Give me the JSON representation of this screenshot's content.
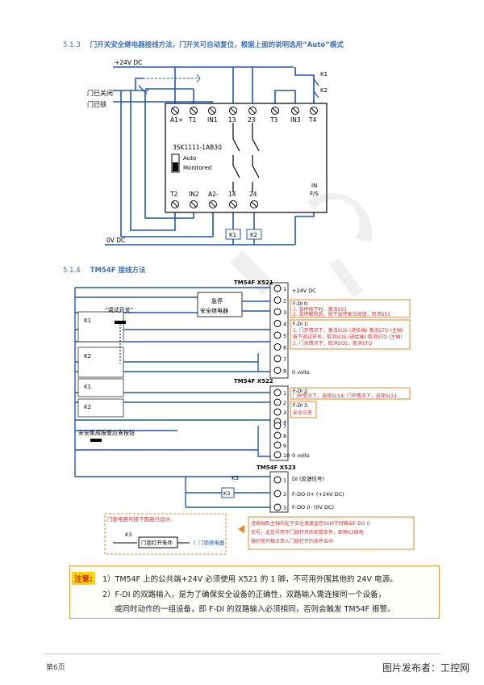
{
  "section_a": {
    "number": "5.1.3",
    "title": "门开关安全继电器接线方法，门开关可自动复位，根据上面的说明选用“Auto”模式"
  },
  "section_b": {
    "number": "5.1.4",
    "title": "TM54F 接线方法"
  },
  "diagram1": {
    "supply_pos": "+24V DC",
    "supply_neg": "0V DC",
    "door_closed": "门已关闭",
    "door_locked": "门已锁",
    "relay_model": "3SK1111-1AB30",
    "mode_auto": "Auto",
    "mode_monitored": "Monitored",
    "top_terminals": [
      "A1+",
      "T1",
      "IN1",
      "13",
      "23",
      "T3",
      "IN3",
      "T4"
    ],
    "bottom_terminals": [
      "T2",
      "IN2",
      "A2-",
      "14",
      "24"
    ],
    "in_fs": "IN\nF/S",
    "coils": [
      "K1",
      "K2"
    ],
    "contacts": [
      "K1",
      "K2"
    ]
  },
  "diagram2": {
    "x521": "TM54F X521",
    "x522": "TM54F X522",
    "x523": "TM54F X523",
    "pin_24v": "+24V DC",
    "pin_0v": "0 volts",
    "estop_relay": "急停\n安全继电器",
    "debug_switch": "“调试开关”",
    "contacts": [
      "K1",
      "K2",
      "K1",
      "K2"
    ],
    "ack_button": "安全集成报警应答按钮",
    "fdi0_title": "F-DI 0:",
    "fdi0_lines": [
      "1. 急停按下时，激活SS1",
      "2. 急停解除后，按下急停复位按钮，取消SS1"
    ],
    "fdi1_title": "F-DI 1:",
    "fdi1_lines": [
      "1. 门开情况下，激活SOS (进给轴) 激活STO (主轴)",
      "   按下调试开关，取消SOS (进给轴) 取消STO (主轴)",
      "2. 门关情况下，取消SOS，取消STO"
    ],
    "fdi2_title": "F-DI 2:",
    "fdi2_lines": [
      "门关情况下，选择SLS4; 门开情况下，选择SLS1"
    ],
    "fdi3_title": "F-DI 3:",
    "fdi3_lines": [
      "安全应答"
    ],
    "di_feedback": "DI (反馈信号)",
    "fdo_pos": "F-DO 0+ (+24V DC)",
    "fdo_neg": "F-DO 0- (0V DC)",
    "k3": "K3",
    "door_lock_title": "门锁电路可按下图自行设计:",
    "door_open_cond": "门锁打开条件",
    "door_relay": "门锁继电器",
    "callout": [
      "进给轴及主轴均处于安全速度监控SSM下时输出F-DO 0",
      "信号，此信号用于门锁打开的前提条件，即将K3继电",
      "器的常开触点串入门锁打开的条件当中"
    ]
  },
  "note": {
    "label": "注意:",
    "items": [
      "1）TM54F 上的公共端+24V 必须使用 X521 的 1 脚，不可用外围其他的 24V 电源。",
      "2）F-DI 的双路输入，是为了确保安全设备的正确性，双路输入需连接同一个设备，",
      "或同时动作的一组设备，即 F-DI 的双路输入必须相同，否则会触发 TM54F 报警。"
    ]
  },
  "footer": {
    "page": "第6页",
    "credit": "图片发布者：工控网"
  },
  "colors": {
    "wire": "#1f57b8",
    "orange": "#e8862a",
    "red_text": "#d0312d",
    "heading": "#3b6fb6"
  }
}
